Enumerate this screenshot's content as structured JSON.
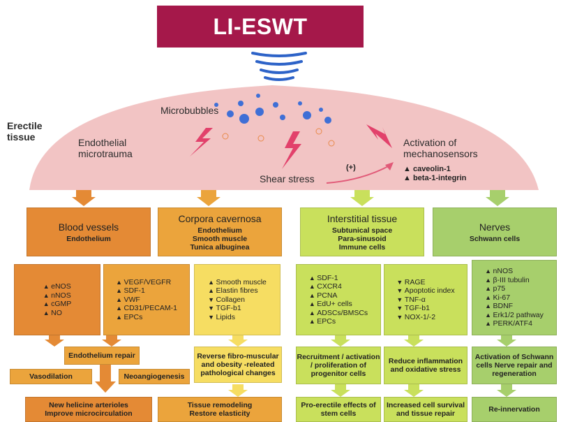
{
  "title": "LI-ESWT",
  "top": {
    "erectile_tissue": "Erectile tissue",
    "microbubbles": "Microbubbles",
    "endothelial_microtrauma": "Endothelial microtrauma",
    "shear_stress": "Shear stress",
    "plus": "(+)",
    "activation": "Activation of mechanosensors",
    "mechanosensors": [
      "caveolin-1",
      "beta-1-integrin"
    ]
  },
  "columns": {
    "blood_vessels": {
      "title": "Blood vessels",
      "sub": "Endothelium"
    },
    "corpora": {
      "title": "Corpora cavernosa",
      "sub": [
        "Endothelium",
        "Smooth muscle",
        "Tunica albuginea"
      ]
    },
    "interstitial": {
      "title": "Interstitial tissue",
      "sub": [
        "Subtunical space",
        "Para-sinusoid",
        "Immune cells"
      ]
    },
    "nerves": {
      "title": "Nerves",
      "sub": "Schwann cells"
    }
  },
  "lists": {
    "bv1": [
      "eNOS",
      "nNOS",
      "cGMP",
      "NO"
    ],
    "bv2": [
      "VEGF/VEGFR",
      "SDF-1",
      "VWF",
      "CD31/PECAM-1",
      "EPCs"
    ],
    "cc": [
      {
        "arrow": "▲",
        "text": "Smooth muscle"
      },
      {
        "arrow": "▲",
        "text": "Elastin fibres"
      },
      {
        "arrow": "▼",
        "text": "Collagen"
      },
      {
        "arrow": "▼",
        "text": "TGF-b1"
      },
      {
        "arrow": "▼",
        "text": "Lipids"
      }
    ],
    "it1": [
      "SDF-1",
      "CXCR4",
      "PCNA",
      "EdU+ cells",
      "ADSCs/BMSCs",
      "EPCs"
    ],
    "it2": [
      "RAGE",
      "Apoptotic index",
      "TNF-α",
      "TGF-b1",
      "NOX-1/-2"
    ],
    "nv": [
      "nNOS",
      "β-III tubulin",
      "p75",
      "Ki-67",
      "BDNF",
      "Erk1/2 pathway",
      "PERK/ATF4"
    ]
  },
  "outcomes": {
    "endothelium_repair": "Endothelium repair",
    "vasodilation": "Vasodilation",
    "neoangiogenesis": "Neoangiogenesis",
    "new_helicine": "New helicine arterioles",
    "improve_micro": "Improve microcirculation",
    "reverse_fibro": "Reverse fibro-muscular and obesity -releated pathological changes",
    "tissue_remodeling": "Tissue remodeling",
    "restore_elasticity": "Restore elasticity",
    "recruitment": "Recruitment / activation / proliferation of progenitor cells",
    "reduce_inflammation": "Reduce inflammation and oxidative stress",
    "pro_erectile": "Pro-erectile effects of stem cells",
    "increased_survival": "Increased cell survival and tissue repair",
    "activation_schwann": "Activation of Schwann cells Nerve repair and regeneration",
    "reinnervation": "Re-innervation"
  },
  "colors": {
    "title_bg": "#a5184a",
    "dome": "#f2c4c4",
    "orange": "#e48a35",
    "yellow": "#f6dd62",
    "green": "#c9e05c",
    "blue_bubble": "#3f6fd6",
    "lightning": "#e2416b"
  }
}
